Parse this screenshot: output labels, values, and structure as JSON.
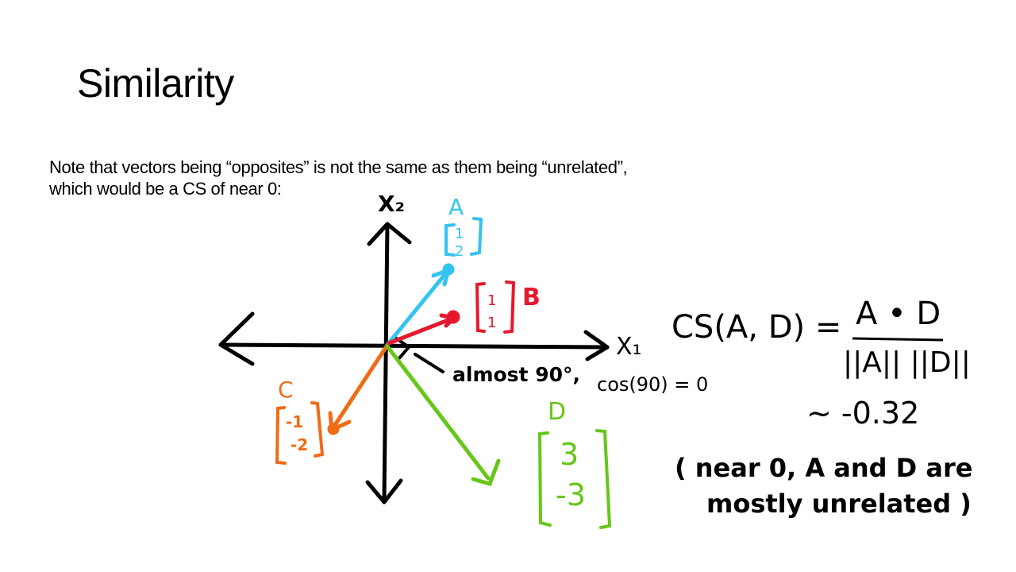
{
  "slide": {
    "title": "Similarity",
    "body": {
      "line1": "Note that vectors being “opposites” is not the same as them being “unrelated”,",
      "line2": "which would be a CS of near 0:"
    }
  },
  "diagram": {
    "axes": {
      "x_label": "X₁",
      "y_label": "X₂"
    },
    "vectors": [
      {
        "name": "A",
        "values": [
          "1",
          "2"
        ],
        "color": "#33c4f0"
      },
      {
        "name": "B",
        "values": [
          "1",
          "1"
        ],
        "color": "#e5192d"
      },
      {
        "name": "C",
        "values": [
          "-1",
          "-2"
        ],
        "color": "#f06b14"
      },
      {
        "name": "D",
        "values": [
          "3",
          "-3"
        ],
        "color": "#66c61a"
      }
    ],
    "angle_note": "almost 90°,",
    "cos_note": "cos(90) = 0"
  },
  "formula": {
    "lhs": "CS(A, D) =",
    "numerator": "A • D",
    "denominator": "||A|| ||D||",
    "approx": "~ -0.32",
    "note_line1": "( near 0, A and D are",
    "note_line2": "mostly unrelated )"
  }
}
